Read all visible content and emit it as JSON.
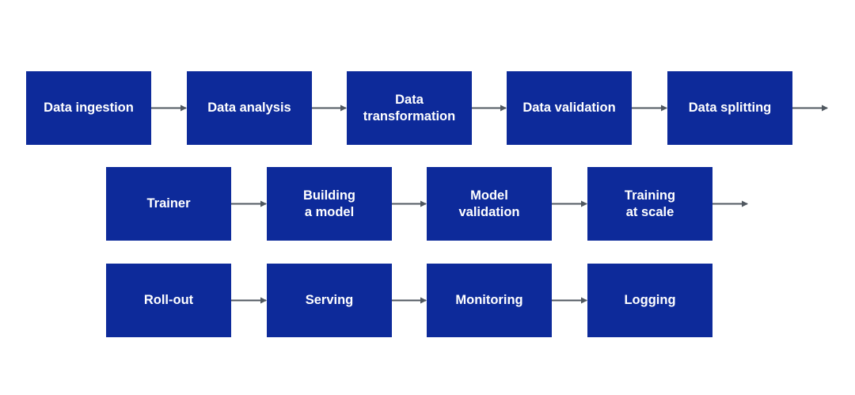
{
  "diagram": {
    "style": {
      "box_fill": "#0d2a9a",
      "box_text": "#ffffff",
      "arrow_color": "#505860",
      "background": "#ffffff"
    },
    "rows": [
      {
        "steps": [
          "Data ingestion",
          "Data analysis",
          "Data\ntransformation",
          "Data validation",
          "Data splitting"
        ],
        "trailing_arrow": true
      },
      {
        "steps": [
          "Trainer",
          "Building\na model",
          "Model\nvalidation",
          "Training\nat scale"
        ],
        "trailing_arrow": true
      },
      {
        "steps": [
          "Roll-out",
          "Serving",
          "Monitoring",
          "Logging"
        ],
        "trailing_arrow": false
      }
    ]
  }
}
